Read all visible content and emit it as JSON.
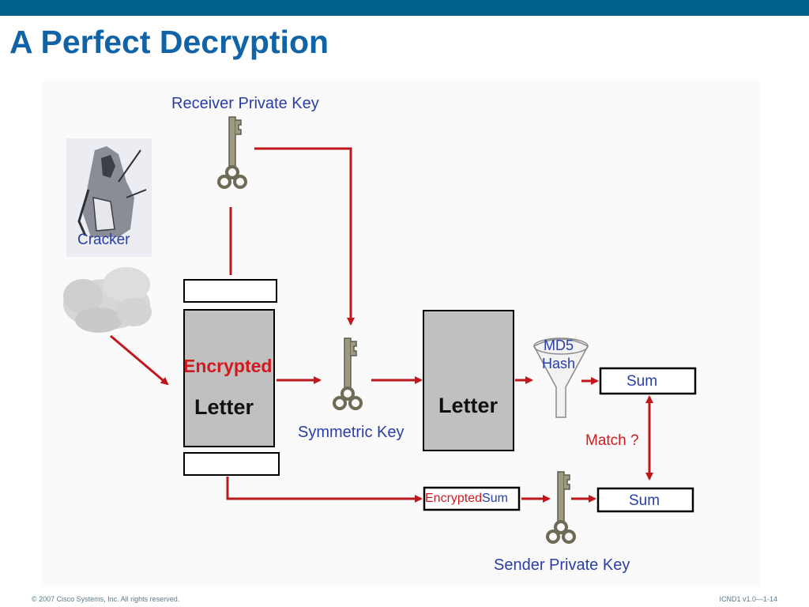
{
  "slide": {
    "title": "A Perfect Decryption",
    "footer_left": "© 2007 Cisco Systems, Inc. All rights reserved.",
    "footer_right": "ICND1 v1.0—1-14"
  },
  "diagram": {
    "receiver_key_label": "Receiver Private Key",
    "cracker_label": "Cracker",
    "encrypted_word": "Encrypted",
    "letter_word": "Letter",
    "symmetric_key_label": "Symmetric Key",
    "decrypted_letter": "Letter",
    "md5_label": "MD5",
    "hash_label": "Hash",
    "sum_top": "Sum",
    "match_label": "Match ?",
    "encrypted_sum_prefix": "Encrypted",
    "encrypted_sum_suffix": "Sum",
    "sum_bottom": "Sum",
    "sender_key_label": "Sender Private Key"
  },
  "colors": {
    "header_bar": "#02618c",
    "title": "#1163a8",
    "arrow": "#c0171c",
    "label_blue": "#283da6",
    "key_body": "#9e9a82",
    "letter_box": "#c0c0c0"
  }
}
